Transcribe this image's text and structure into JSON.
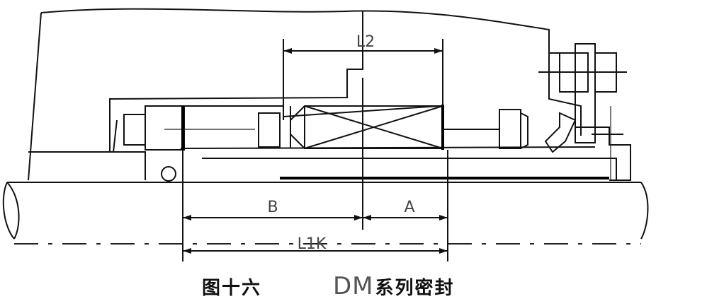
{
  "figure": {
    "number_label": "图十六",
    "model": "DM",
    "series": "系列密封"
  },
  "dimensions": {
    "l2": "L2",
    "b": "B",
    "a": "A",
    "l1k": "L1K"
  }
}
